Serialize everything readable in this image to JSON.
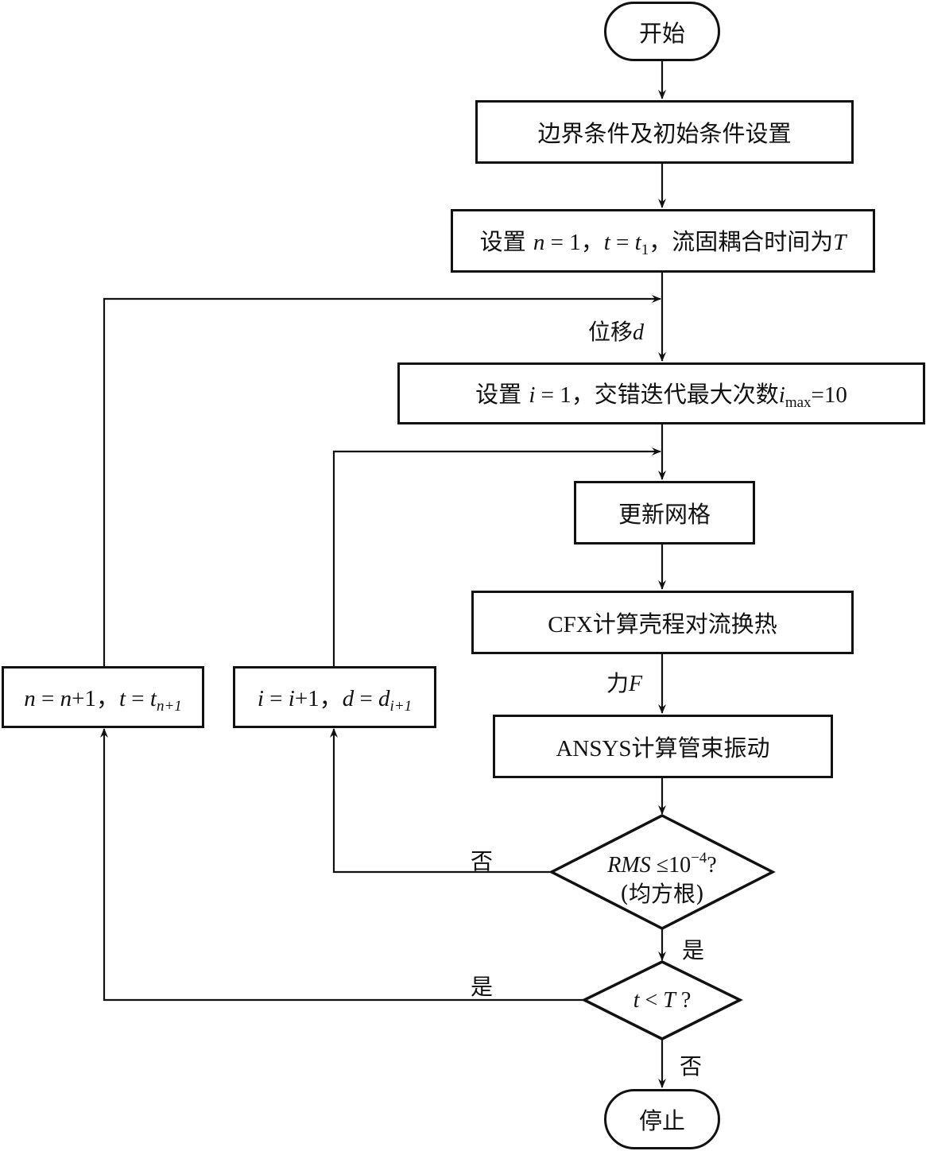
{
  "diagram": {
    "type": "flowchart",
    "nodes": {
      "start": {
        "label": "开始"
      },
      "boundary": {
        "label": "边界条件及初始条件设置"
      },
      "init_n": {
        "prefix": "设置 ",
        "var_n": "n",
        "eq1": " = 1，",
        "var_t": "t",
        "eq2": " = ",
        "var_t1": "t",
        "sub_t1": "1",
        "suffix": "，流固耦合时间为",
        "var_T": "T"
      },
      "init_i": {
        "prefix": "设置 ",
        "var_i": "i",
        "eq1": " = 1，交错迭代最大次数",
        "var_imax": "i",
        "sub_imax": "max",
        "eq2": "=10"
      },
      "update_mesh": {
        "label": "更新网格"
      },
      "cfx": {
        "label": "CFX计算壳程对流换热"
      },
      "ansys": {
        "label": "ANSYS计算管束振动"
      },
      "rms_check": {
        "var": "RMS",
        "op": " ≤10",
        "exp": "−4",
        "q": "?",
        "line2": "(均方根)"
      },
      "time_check": {
        "var_t": "t",
        "op": " < ",
        "var_T": "T",
        "q": " ?"
      },
      "inc_n": {
        "v1": "n",
        "t1": " = ",
        "v2": "n",
        "t2": "+1，",
        "v3": "t",
        "t3": " = ",
        "v4": "t",
        "sub": "n+1"
      },
      "inc_i": {
        "v1": "i",
        "t1": " = ",
        "v2": "i",
        "t2": "+1，",
        "v3": "d",
        "t3": " = ",
        "v4": "d",
        "sub": "i+1"
      },
      "stop": {
        "label": "停止"
      }
    },
    "edge_labels": {
      "displacement": {
        "text": "位移",
        "var": "d"
      },
      "force": {
        "text": "力",
        "var": "F"
      },
      "rms_no": "否",
      "rms_yes": "是",
      "time_yes": "是",
      "time_no": "否"
    }
  }
}
